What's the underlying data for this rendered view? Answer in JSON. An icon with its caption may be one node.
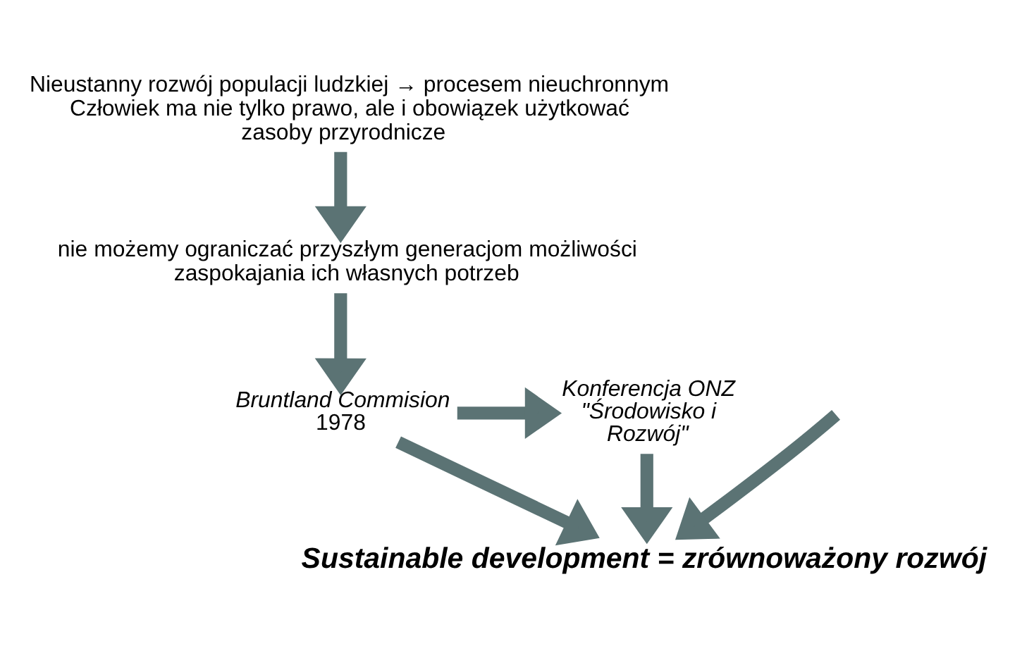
{
  "diagram": {
    "nodes": [
      {
        "text": [
          "Nieustanny rozwój populacji ludzkiej → procesem nieuchronnym",
          "Człowiek ma nie tylko prawo, ale i obowiązek użytkować zasoby przyrodnicze"
        ]
      },
      {
        "text": [
          "nie możemy ograniczać przyszłym generacjom możliwości zaspokajania ich własnych potrzeb"
        ]
      },
      {
        "text": [
          "Bruntland Commision",
          "1978"
        ]
      },
      {
        "text": [
          "Konferencja ONZ \"Środowisko i Rozwój\""
        ]
      },
      {
        "text": [
          "Sustainable development = zrównoważony rozwój"
        ]
      }
    ],
    "edges": [
      {
        "from": 0,
        "to": 1,
        "arrow": "to"
      },
      {
        "from": 1,
        "to": 2,
        "arrow": "to"
      },
      {
        "from": 2,
        "to": 3,
        "arrow": "to"
      },
      {
        "from": 2,
        "to": 4,
        "arrow": "to"
      },
      {
        "from": null,
        "to": 4,
        "arrow": "to"
      },
      {
        "from": 3,
        "to": 4,
        "arrow": "to"
      }
    ]
  }
}
